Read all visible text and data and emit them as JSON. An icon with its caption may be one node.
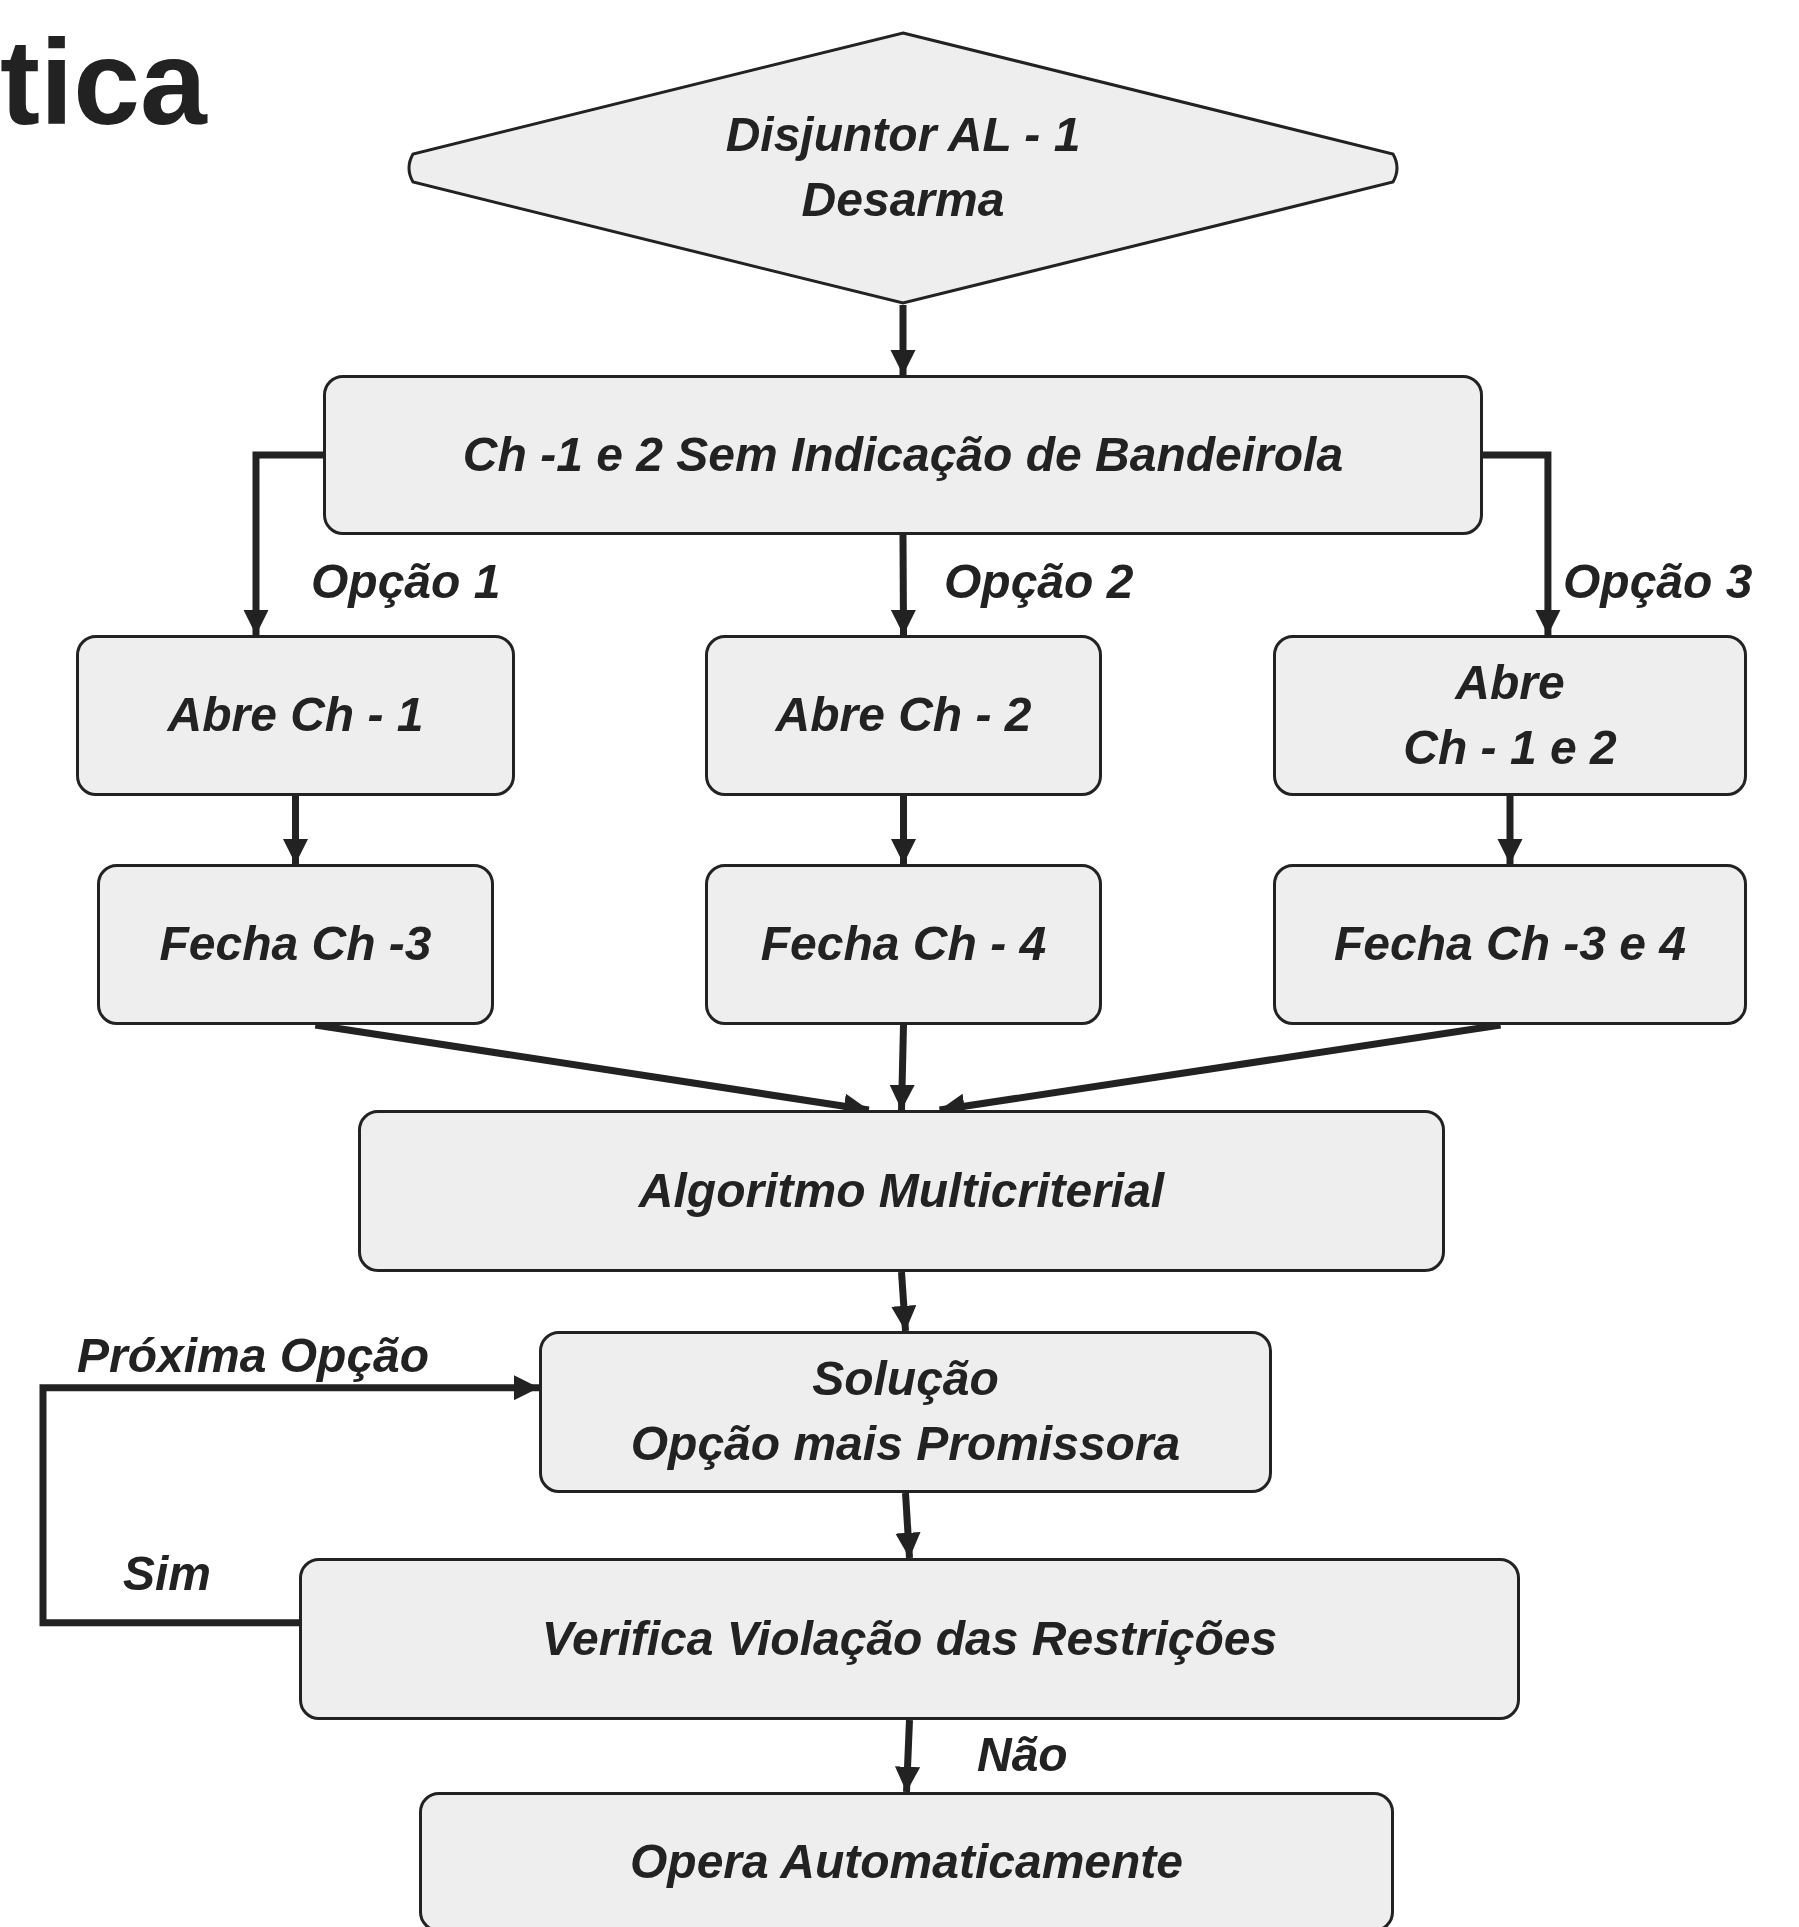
{
  "diagram": {
    "title": "tica",
    "nodes": [
      {
        "text": [
          "Disjuntor AL - 1 Desarma"
        ]
      },
      {
        "text": [
          "Ch -1 e 2 Sem Indicação de Bandeirola"
        ]
      },
      {
        "text": [
          "Abre Ch - 1"
        ]
      },
      {
        "text": [
          "Abre Ch - 2"
        ]
      },
      {
        "text": [
          "Abre Ch - 1 e 2"
        ]
      },
      {
        "text": [
          "Fecha Ch -3"
        ]
      },
      {
        "text": [
          "Fecha Ch - 4"
        ]
      },
      {
        "text": [
          "Fecha Ch -3 e 4"
        ]
      },
      {
        "text": [
          "Algoritmo Multicriterial"
        ]
      },
      {
        "text": [
          "Solução Opção mais Promissora"
        ]
      },
      {
        "text": [
          "Verifica Violação das Restrições"
        ]
      },
      {
        "text": [
          "Opera Automaticamente"
        ]
      }
    ],
    "edges": [
      {
        "from": 0,
        "to": 1,
        "arrow": "to"
      },
      {
        "from": 1,
        "to": 2,
        "arrow": "to",
        "label": "Opção 1"
      },
      {
        "from": 1,
        "to": 3,
        "arrow": "to",
        "label": "Opção 2"
      },
      {
        "from": 1,
        "to": 4,
        "arrow": "to",
        "label": "Opção 3"
      },
      {
        "from": 2,
        "to": 5,
        "arrow": "to"
      },
      {
        "from": 3,
        "to": 6,
        "arrow": "to"
      },
      {
        "from": 4,
        "to": 7,
        "arrow": "to"
      },
      {
        "from": 5,
        "to": 8,
        "arrow": "to"
      },
      {
        "from": 6,
        "to": 8,
        "arrow": "to"
      },
      {
        "from": 7,
        "to": 8,
        "arrow": "to"
      },
      {
        "from": 8,
        "to": 9,
        "arrow": "to"
      },
      {
        "from": 9,
        "to": 10,
        "arrow": "to"
      },
      {
        "from": 10,
        "to": 9,
        "arrow": "to",
        "label": "Sim"
      },
      {
        "from": 10,
        "to": 11,
        "arrow": "to",
        "label": "Não"
      }
    ],
    "labels": [
      "Próxima Opção"
    ]
  }
}
